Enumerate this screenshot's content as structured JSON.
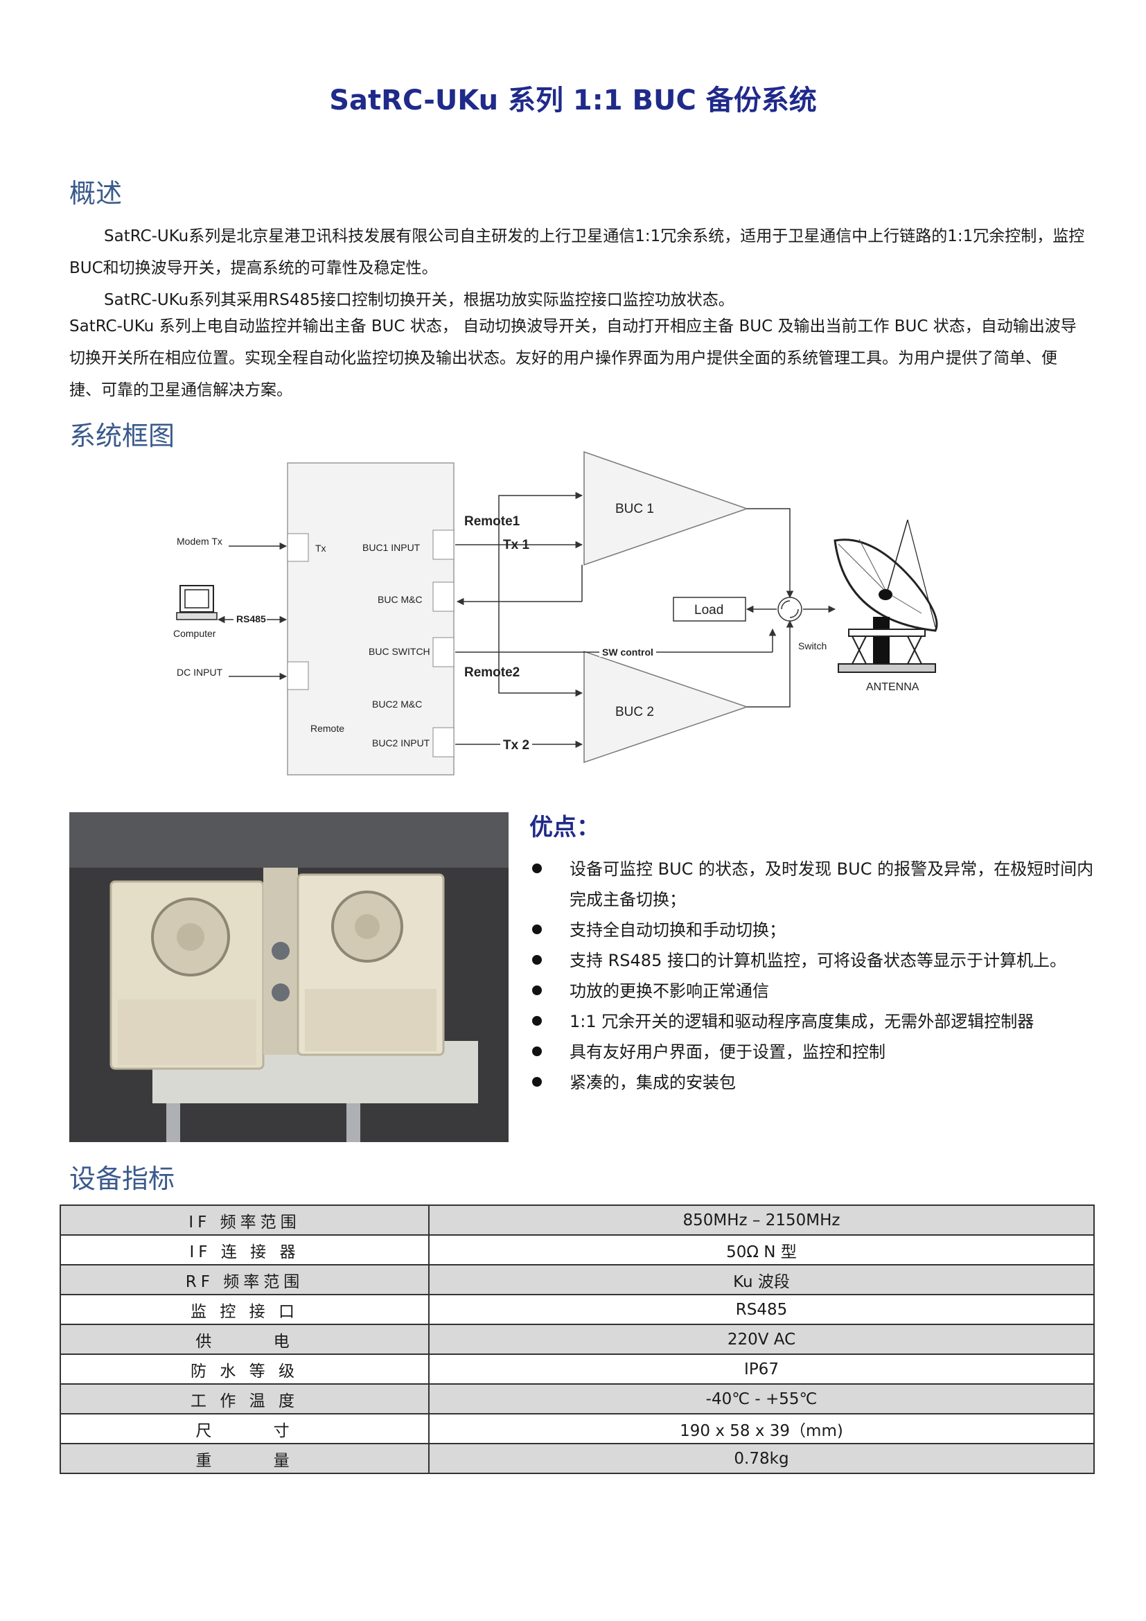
{
  "title": "SatRC-UKu 系列 1:1 BUC 备份系统",
  "overview": {
    "heading": "概述",
    "p1": "SatRC-UKu系列是北京星港卫讯科技发展有限公司自主研发的上行卫星通信1:1冗余系统，适用于卫星通信中上行链路的1:1冗余控制，监控BUC和切换波导开关，提高系统的可靠性及稳定性。",
    "p2": "SatRC-UKu系列其采用RS485接口控制切换开关，根据功放实际监控接口监控功放状态。",
    "p3": "SatRC-UKu 系列上电自动监控并输出主备 BUC 状态， 自动切换波导开关，自动打开相应主备 BUC 及输出当前工作 BUC 状态，自动输出波导切换开关所在相应位置。实现全程自动化监控切换及输出状态。友好的用户操作界面为用户提供全面的系统管理工具。为用户提供了简单、便捷、可靠的卫星通信解决方案。"
  },
  "diagram": {
    "heading": "系统框图",
    "modem_tx": "Modem Tx",
    "tx": "Tx",
    "buc1_input": "BUC1 INPUT",
    "buc_mc": "BUC M&C",
    "buc_switch": "BUC SWITCH",
    "buc2_mc": "BUC2 M&C",
    "buc2_input": "BUC2 INPUT",
    "remote": "Remote",
    "rs485": "RS485",
    "computer": "Computer",
    "dc_input": "DC INPUT",
    "remote1": "Remote1",
    "tx1": "Tx 1",
    "remote2": "Remote2",
    "tx2": "Tx 2",
    "sw_control": "SW control",
    "buc1": "BUC 1",
    "buc2": "BUC 2",
    "load": "Load",
    "switch": "Switch",
    "antenna": "ANTENNA"
  },
  "advantages": {
    "heading": "优点：",
    "items": [
      "设备可监控 BUC 的状态，及时发现 BUC 的报警及异常，在极短时间内完成主备切换；",
      "支持全自动切换和手动切换；",
      "支持 RS485 接口的计算机监控，可将设备状态等显示于计算机上。",
      "功放的更换不影响正常通信",
      "1:1 冗余开关的逻辑和驱动程序高度集成，无需外部逻辑控制器",
      "具有友好用户界面，便于设置，监控和控制",
      "紧凑的，集成的安装包"
    ]
  },
  "specs": {
    "heading": "设备指标",
    "rows": [
      {
        "k": "IF 频率范围",
        "v": "850MHz – 2150MHz"
      },
      {
        "k": "IF 连 接 器",
        "v": "50Ω N 型"
      },
      {
        "k": "RF 频率范围",
        "v": "Ku 波段"
      },
      {
        "k": "监 控 接 口",
        "v": "RS485"
      },
      {
        "k": "供 电",
        "v": "220V AC"
      },
      {
        "k": "防 水 等 级",
        "v": "IP67"
      },
      {
        "k": "工 作 温 度",
        "v": "-40℃ - +55℃"
      },
      {
        "k": "尺 寸",
        "v": "190 x 58 x 39（mm)"
      },
      {
        "k": "重 量",
        "v": "0.78kg"
      }
    ]
  }
}
